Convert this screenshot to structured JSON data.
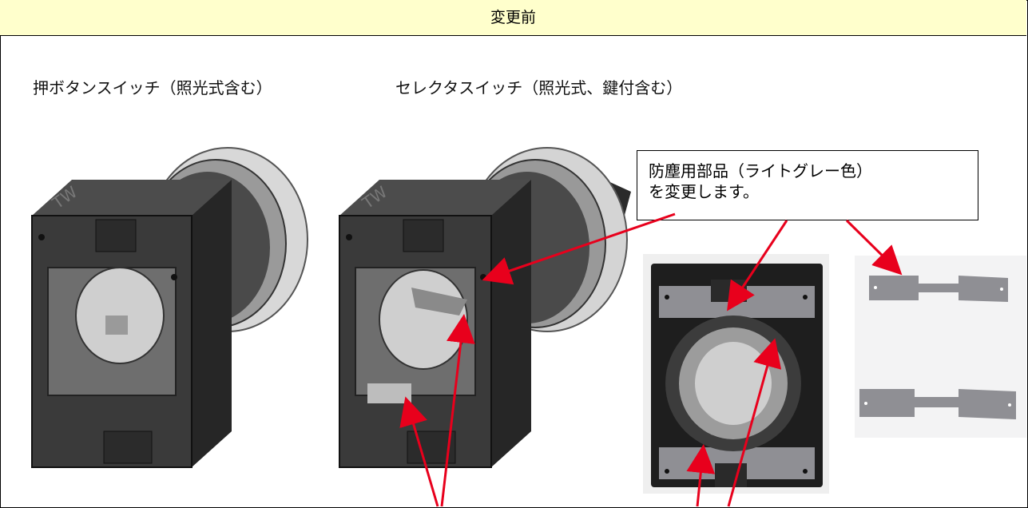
{
  "header": {
    "title": "変更前"
  },
  "labels": {
    "push_button": "押ボタンスイッチ（照光式含む）",
    "selector": "セレクタスイッチ（照光式、鍵付含む）"
  },
  "callout": {
    "line1": "防塵用部品（ライトグレー色）",
    "line2": "を変更します。"
  },
  "emboss": {
    "left": "TW",
    "right": "TW"
  },
  "colors": {
    "header_bg": "#ffffcc",
    "arrow": "#e8001c",
    "body_dark": "#2e2e2e",
    "dust_part": "#8f8f94"
  }
}
